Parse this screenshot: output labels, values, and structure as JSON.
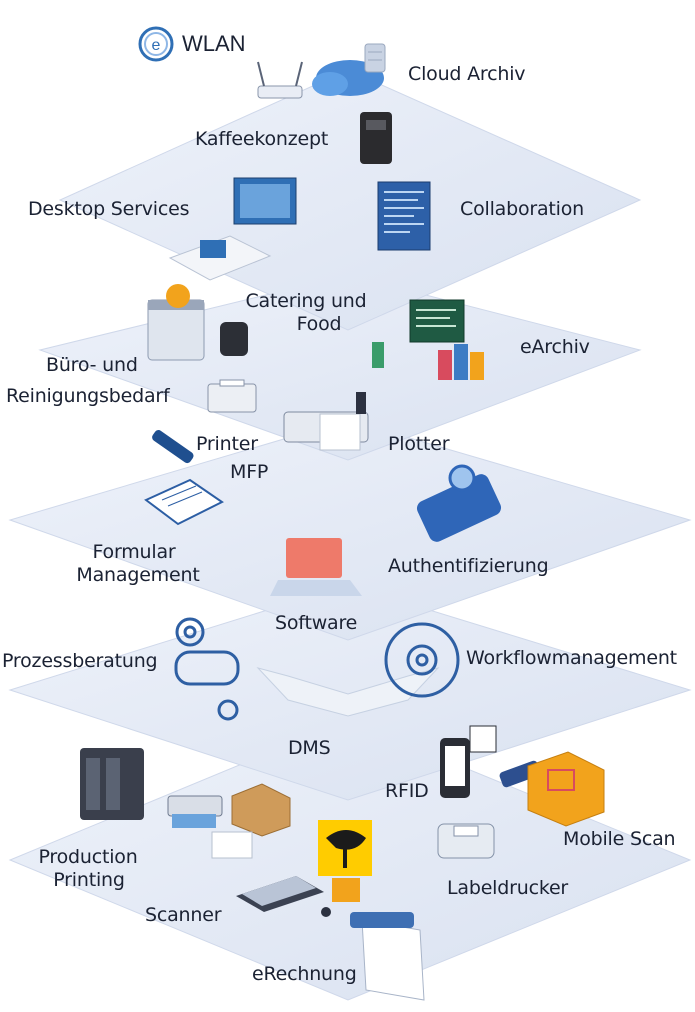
{
  "logo": {
    "text": "WLAN",
    "icon": "wlan-e-logo-icon"
  },
  "colors": {
    "layer": "#e6ebf5",
    "layer_edge": "#cfd8ea",
    "accent": "#2e5fa3",
    "orange": "#f2a31c",
    "post_yellow": "#ffcc00"
  },
  "labels": {
    "cloud_archiv": "Cloud Archiv",
    "kaffeekonzept": "Kaffeekonzept",
    "desktop_services": "Desktop Services",
    "collaboration": "Collaboration",
    "catering_line1": "Catering und",
    "catering_line2": "Food",
    "buero_line1": "Büro- und",
    "buero_line2": "Reinigungsbedarf",
    "earchiv": "eArchiv",
    "printer_line1": "Printer",
    "printer_line2": "MFP",
    "plotter": "Plotter",
    "formular_line1": "Formular",
    "formular_line2": "Management",
    "software": "Software",
    "authentifizierung": "Authentifizierung",
    "prozessberatung": "Prozessberatung",
    "workflowmanagement": "Workflowmanagement",
    "dms": "DMS",
    "rfid": "RFID",
    "mobile_scan": "Mobile Scan",
    "production_line1": "Production",
    "production_line2": "Printing",
    "labeldrucker": "Labeldrucker",
    "scanner": "Scanner",
    "erechnung": "eRechnung"
  }
}
